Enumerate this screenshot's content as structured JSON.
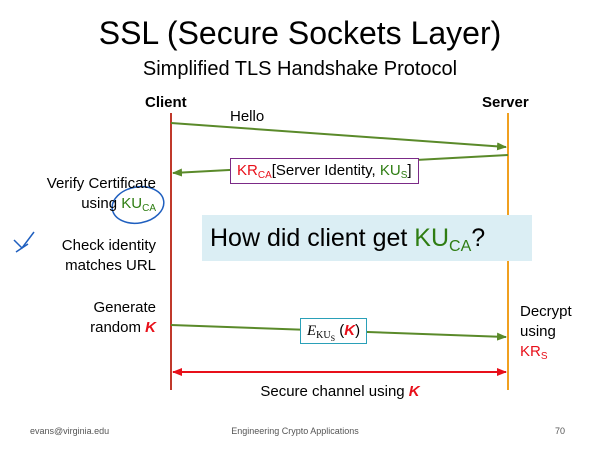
{
  "title": "SSL (Secure Sockets Layer)",
  "subtitle": "Simplified TLS Handshake Protocol",
  "client_label": "Client",
  "server_label": "Server",
  "hello": "Hello",
  "cert_msg": {
    "kr": "KR",
    "kr_sub": "CA",
    "text": "[Server Identity, ",
    "ku": "KU",
    "ku_sub": "S",
    "close": "]"
  },
  "verify": {
    "line1": "Verify Certificate",
    "line2": "using ",
    "ku": "KU",
    "ku_sub": "CA"
  },
  "check": {
    "line1": "Check identity",
    "line2": "matches URL"
  },
  "generate": {
    "line1": "Generate",
    "line2": "random ",
    "k": "K"
  },
  "question": {
    "text": "How did client get ",
    "ku": "KU",
    "ku_sub": "CA",
    "mark": "?"
  },
  "encrypt": {
    "e": "E",
    "sub": "KUS",
    "open": " (",
    "k": "K",
    "close": ")"
  },
  "decrypt": {
    "line1": "Decrypt",
    "line2": "using",
    "kr": "KR",
    "kr_sub": "S"
  },
  "secure": {
    "text": "Secure channel using ",
    "k": "K"
  },
  "footer": {
    "left": "evans@virginia.edu",
    "center": "Engineering Crypto Applications",
    "page": "70"
  },
  "colors": {
    "client_line": "#c0392b",
    "server_line": "#f0a020",
    "arrow": "#5a8a2a",
    "secure_arrow": "#e8101a",
    "accent_green": "#2e7d12",
    "accent_red": "#e8101a",
    "question_bg": "#dbeef4"
  }
}
